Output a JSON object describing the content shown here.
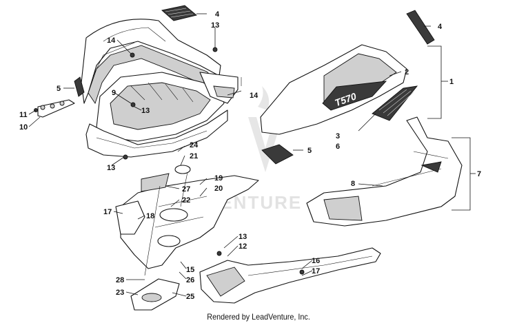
{
  "diagram": {
    "callouts": [
      {
        "id": "c4a",
        "text": "4"
      },
      {
        "id": "c13a",
        "text": "13"
      },
      {
        "id": "c14a",
        "text": "14"
      },
      {
        "id": "c5a",
        "text": "5"
      },
      {
        "id": "c9",
        "text": "9"
      },
      {
        "id": "c13b",
        "text": "13"
      },
      {
        "id": "c14b",
        "text": "14"
      },
      {
        "id": "c11",
        "text": "11"
      },
      {
        "id": "c10",
        "text": "10"
      },
      {
        "id": "c13c",
        "text": "13"
      },
      {
        "id": "c4b",
        "text": "4"
      },
      {
        "id": "c2",
        "text": "2"
      },
      {
        "id": "c1",
        "text": "1"
      },
      {
        "id": "c3",
        "text": "3"
      },
      {
        "id": "c6",
        "text": "6"
      },
      {
        "id": "c5b",
        "text": "5"
      },
      {
        "id": "c7",
        "text": "7"
      },
      {
        "id": "c8",
        "text": "8"
      },
      {
        "id": "c24",
        "text": "24"
      },
      {
        "id": "c21",
        "text": "21"
      },
      {
        "id": "c19",
        "text": "19"
      },
      {
        "id": "c20",
        "text": "20"
      },
      {
        "id": "c27",
        "text": "27"
      },
      {
        "id": "c22",
        "text": "22"
      },
      {
        "id": "c17a",
        "text": "17"
      },
      {
        "id": "c18",
        "text": "18"
      },
      {
        "id": "c13d",
        "text": "13"
      },
      {
        "id": "c12",
        "text": "12"
      },
      {
        "id": "c15",
        "text": "15"
      },
      {
        "id": "c26",
        "text": "26"
      },
      {
        "id": "c16",
        "text": "16"
      },
      {
        "id": "c17b",
        "text": "17"
      },
      {
        "id": "c28",
        "text": "28"
      },
      {
        "id": "c23",
        "text": "23"
      },
      {
        "id": "c25",
        "text": "25"
      }
    ],
    "hood_badge": "T570",
    "watermark": "VENTURE"
  },
  "footer": {
    "text": "Rendered by LeadVenture, Inc."
  }
}
